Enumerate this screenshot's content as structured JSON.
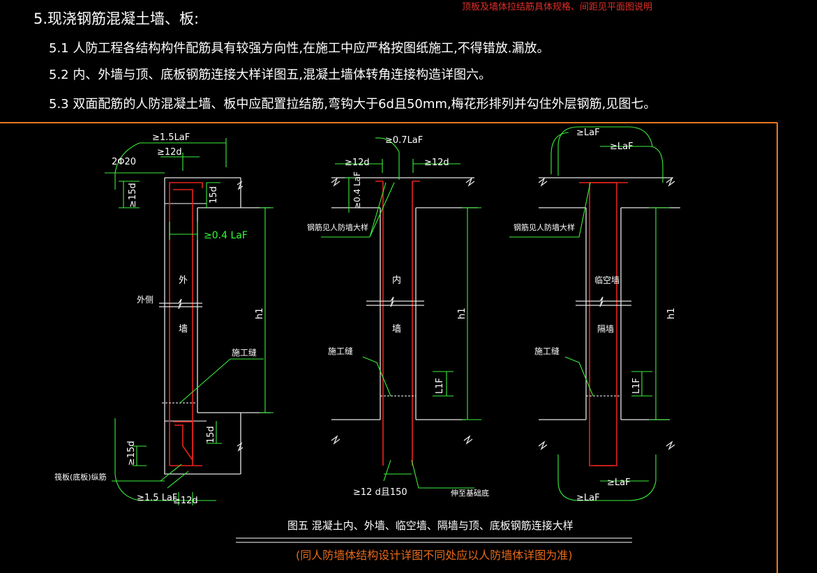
{
  "header": {
    "section_title": "5.现浇钢筋混凝土墙、板:",
    "red_note": "顶板及墙体拉结筋具体规格、间距见平面图说明",
    "item_5_1": "5.1  人防工程各结构构件配筋具有较强方向性,在施工中应严格按图纸施工,不得错放.漏放。",
    "item_5_2": "5.2  内、外墙与顶、底板钢筋连接大样详图五,混凝土墙体转角连接构造详图六。",
    "item_5_3": "5.3  双面配筋的人防混凝土墙、板中应配置拉结筋,弯钩大于6d且50mm,梅花形排列并勾住外层钢筋,见图七。"
  },
  "detail_outer": {
    "dim_top_laf": "≥1.5LaF",
    "dim_top_12d": "≥12d",
    "bar_label": "2Φ20",
    "dim_15d_left_top": "≥15d",
    "dim_15d_right_top": "15d",
    "dim_04laf": "≥0.4 LaF",
    "side_label": "外侧",
    "wall_char_1": "外",
    "wall_char_2": "墙",
    "h1": "h1",
    "joint": "施工缝",
    "dim_15d_right_bot": "15d",
    "dim_15d_left_bot": "≥15d",
    "slab_note": "筏板(底板)纵筋",
    "dim_bot_laf": "≥1.5 LaF",
    "dim_bot_12d": "≥12d"
  },
  "detail_inner": {
    "dim_07laf": "≥0.7LaF",
    "dim_12d_left": "≥12d",
    "dim_12d_right": "≥12d",
    "dim_04laf_vert": "≥0.4 LaF",
    "rebar_note": "钢筋见人防墙大样",
    "wall_char_1": "内",
    "wall_char_2": "墙",
    "h1": "h1",
    "joint": "施工缝",
    "l1f": "L1F",
    "dim_bottom": "≥12 d且150",
    "base_note": "伸至基础底"
  },
  "detail_temp": {
    "dim_laf_1": "≥LaF",
    "dim_laf_2": "≥LaF",
    "rebar_note": "钢筋见人防墙大样",
    "wall_label_1": "临空墙",
    "wall_label_2": "隔墙",
    "h1": "h1",
    "joint": "施工缝",
    "l1f": "L1F",
    "dim_laf_3": "≥LaF",
    "dim_laf_4": "≥LaF"
  },
  "caption": {
    "title": "图五   混凝土内、外墙、临空墙、隔墙与顶、底板钢筋连接大样",
    "note": "(同人防墙体结构设计详图不同处应以人防墙体详图为准)"
  },
  "colors": {
    "background": "#000000",
    "dimension_green": "#3cf03c",
    "outline_white": "#e6e6e6",
    "rebar_red": "#e8231d",
    "frame_orange": "#e87722",
    "note_red": "#e0302a"
  }
}
